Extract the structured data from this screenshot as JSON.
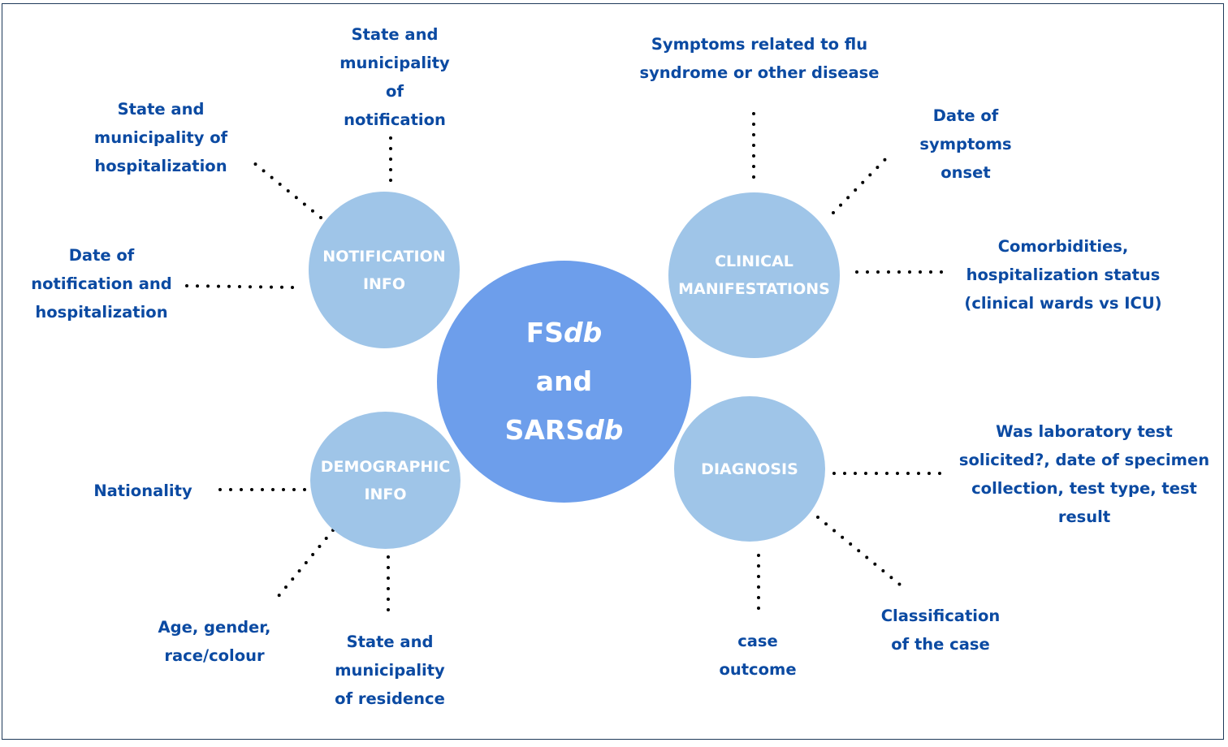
{
  "center": {
    "line1_prefix": "FS",
    "line1_italic": "db",
    "line2": "and",
    "line3_prefix": "SARS",
    "line3_italic": "db"
  },
  "categories": {
    "notification": {
      "line1": "NOTIFICATION",
      "line2": "INFO"
    },
    "clinical": {
      "line1": "CLINICAL",
      "line2": "MANIFESTATIONS"
    },
    "demographic": {
      "line1": "DEMOGRAPHIC",
      "line2": "INFO"
    },
    "diagnosis": {
      "line1": "DIAGNOSIS"
    }
  },
  "labels": {
    "notification_state": "State and\nmunicipality\nof\nnotification",
    "hospitalization_state": "State and\nmunicipality of\nhospitalization",
    "notification_date": "Date of\nnotification and\nhospitalization",
    "symptoms": "Symptoms related to flu\nsyndrome or other disease",
    "symptoms_onset": "Date of\nsymptoms\nonset",
    "comorbidities": "Comorbidities,\nhospitalization status\n(clinical wards vs  ICU)",
    "nationality": "Nationality",
    "age_gender": "Age, gender,\nrace/colour",
    "residence": "State and\nmunicipality\nof residence",
    "lab_test": "Was laboratory test\nsolicited?, date of specimen\ncollection, test type, test\nresult",
    "classification": "Classification\nof the case",
    "case_outcome": "case\noutcome"
  },
  "colors": {
    "center_fill": "#6d9eeb",
    "satellite_fill": "#9fc5e8",
    "label_text": "#0b4aa2",
    "circle_text": "#ffffff"
  }
}
